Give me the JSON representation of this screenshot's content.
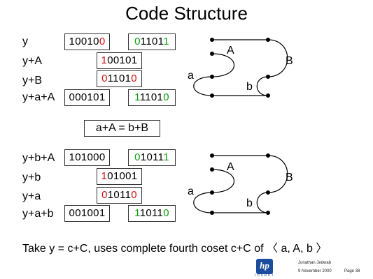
{
  "slide": {
    "title": "Code Structure",
    "equation": "a+A = b+B",
    "footer_text": "Take y = c+C,  uses complete fourth coset c+C of 〈 a, A, b 〉",
    "author": "Jonathan Jedwab",
    "date": "9 November 2000",
    "page": "Page 38",
    "logo_text": "hp",
    "logo_subtext": "invent"
  },
  "table1": [
    {
      "label": "y",
      "left": "100100",
      "right": "011011"
    },
    {
      "label": "y+A",
      "mid": "100101"
    },
    {
      "label": "y+B",
      "mid": "011010"
    },
    {
      "label": "y+a+A",
      "left": "000101",
      "right": "111010"
    }
  ],
  "table2": [
    {
      "label": "y+b+A",
      "left": "101000",
      "right": "010111"
    },
    {
      "label": "y+b",
      "mid": "101001"
    },
    {
      "label": "y+a",
      "mid": "010110"
    },
    {
      "label": "y+a+b",
      "left": "001001",
      "right": "110110"
    }
  ],
  "diagram_labels": {
    "A": "A",
    "B": "B",
    "a": "a",
    "b": "b"
  },
  "colors": {
    "black": "#000000",
    "red": "#d41010",
    "green": "#10a010",
    "logo": "#1c4d9c"
  }
}
